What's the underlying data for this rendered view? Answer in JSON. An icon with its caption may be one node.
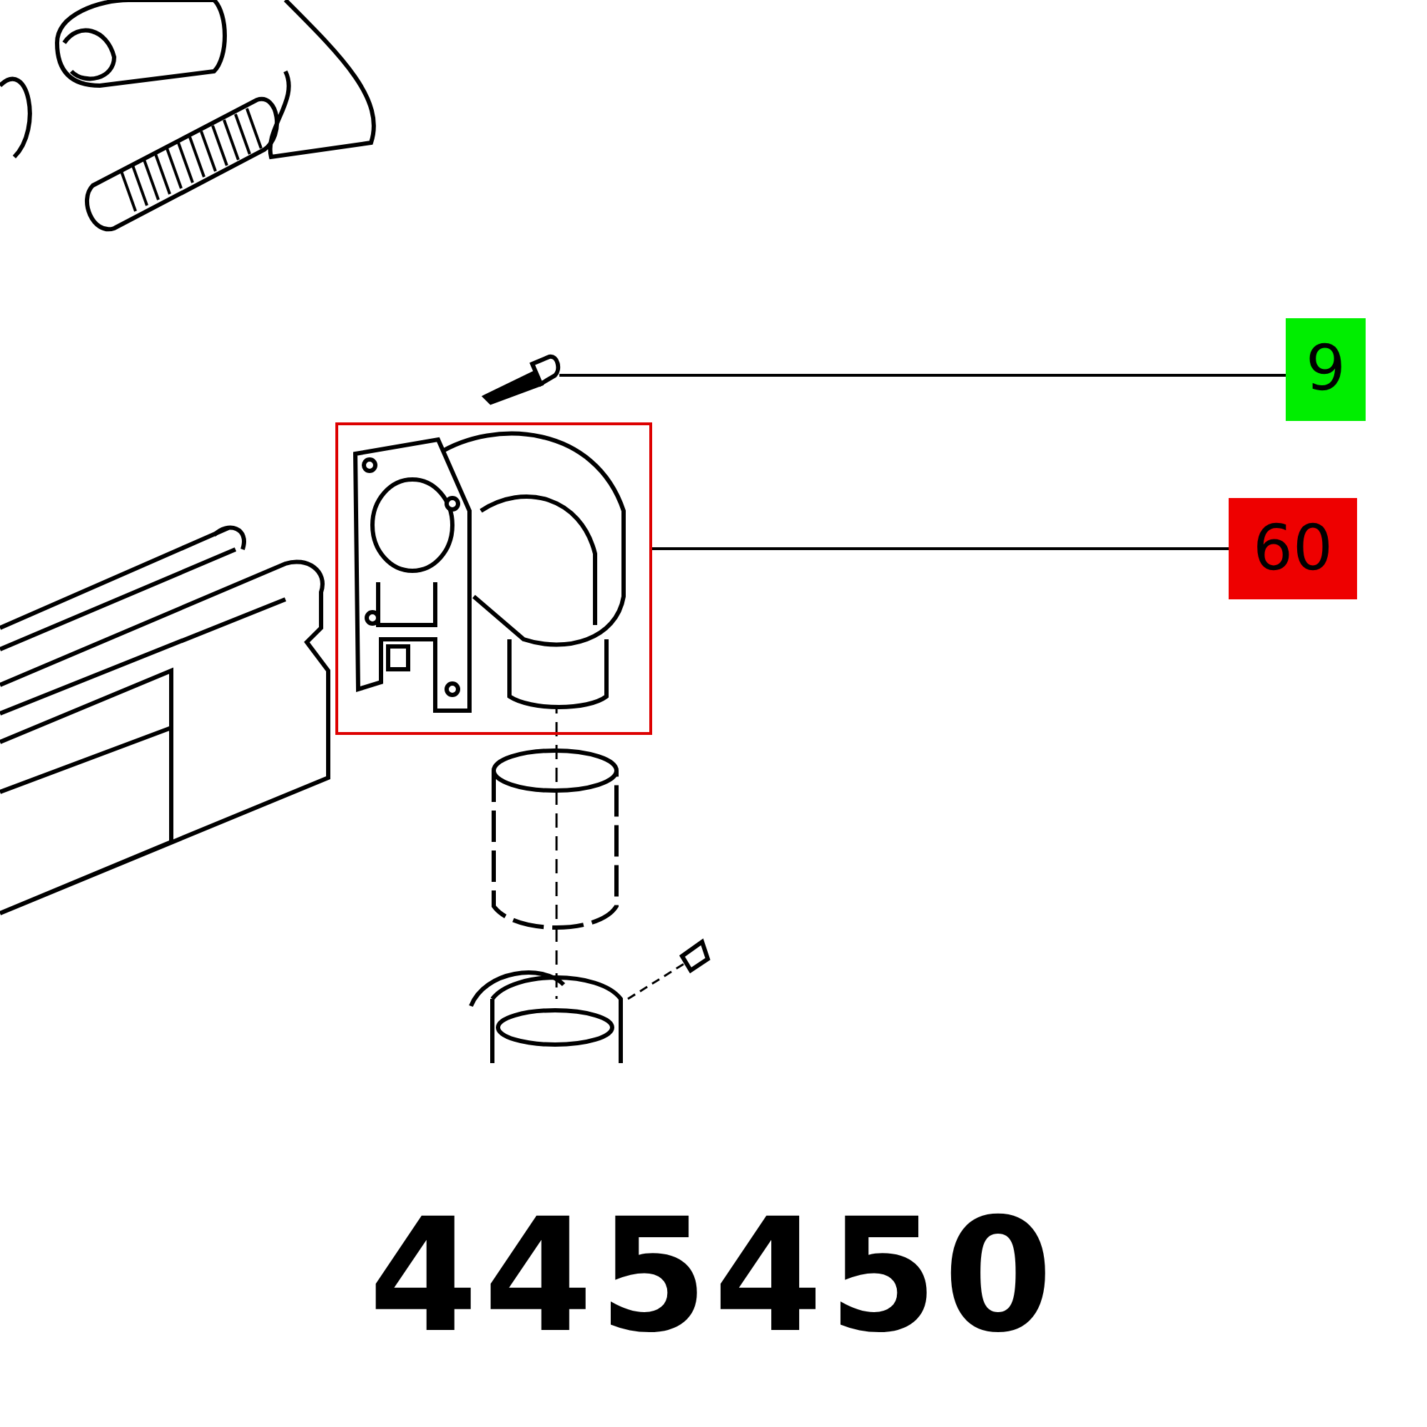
{
  "diagram": {
    "nodes": [
      {
        "text": [
          "9"
        ]
      },
      {
        "text": [],
        "shape": "picture"
      },
      {
        "text": [
          "60"
        ]
      },
      {
        "text": [],
        "shape": "picture"
      }
    ],
    "edges": [
      {
        "from": 0,
        "to": 1,
        "arrow": "none"
      },
      {
        "from": 2,
        "to": 3,
        "arrow": "none"
      }
    ],
    "labels": [
      "445450"
    ]
  }
}
